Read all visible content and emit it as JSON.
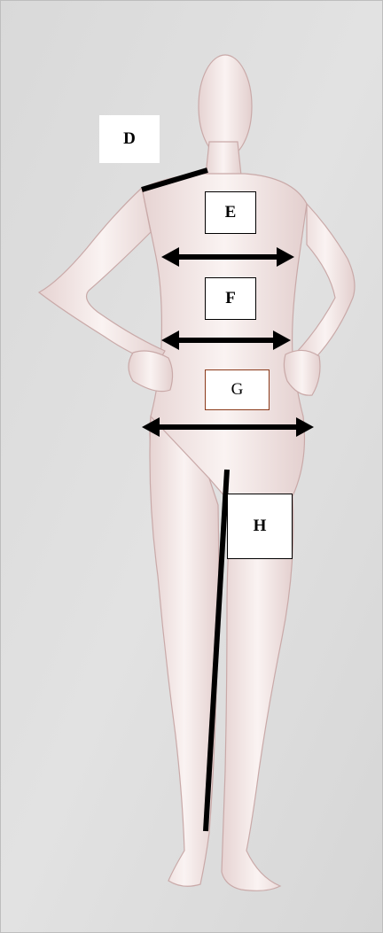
{
  "labels": {
    "D": "D",
    "E": "E",
    "F": "F",
    "G": "G",
    "H": "H"
  },
  "colors": {
    "background": "#dcdcdc",
    "figure_skin": "#f1e7e6",
    "measure_line": "#000000",
    "label_g_border": "#8b3a1a"
  }
}
